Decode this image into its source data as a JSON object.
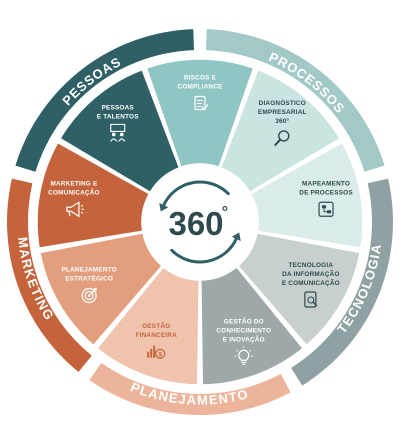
{
  "center": {
    "label": "360",
    "degree": "°"
  },
  "ring_segments": [
    {
      "label": "PESSOAS",
      "color": "#2e6066",
      "start": 287,
      "end": 358,
      "text_side": "top"
    },
    {
      "label": "PROCESSOS",
      "color": "#a3c9c7",
      "start": 2,
      "end": 73,
      "text_side": "top"
    },
    {
      "label": "TECNOLOGIA",
      "color": "#8fa1a2",
      "start": 77,
      "end": 148,
      "text_side": "bottom"
    },
    {
      "label": "PLANEJAMENTO",
      "color": "#ecb59b",
      "start": 152,
      "end": 215,
      "text_side": "bottom"
    },
    {
      "label": "MARKETING",
      "color": "#c5643c",
      "start": 219,
      "end": 283,
      "text_side": "bottom"
    }
  ],
  "wedges": [
    {
      "lines": [
        "RISCOS E",
        "COMPLIANCE"
      ],
      "icon": "document-check-icon",
      "color": "#8fc6c4",
      "text_color": "#ffffff"
    },
    {
      "lines": [
        "DIAGNÓSTICO",
        "EMPRESARIAL",
        "360°"
      ],
      "icon": "magnifier-icon",
      "color": "#c9e4e1",
      "text_color": "#2e4a4e"
    },
    {
      "lines": [
        "MAPEAMENTO",
        "DE PROCESSOS"
      ],
      "icon": "process-map-icon",
      "color": "#d9ecea",
      "text_color": "#2e4a4e"
    },
    {
      "lines": [
        "TECNOLOGIA",
        "DA INFORMAÇÃO",
        "E COMUNICAÇÃO"
      ],
      "icon": "tablet-search-icon",
      "color": "#c7cfcf",
      "text_color": "#2e4a4e"
    },
    {
      "lines": [
        "GESTÃO DO",
        "CONHECIMENTO",
        "E INOVAÇÃO"
      ],
      "icon": "lightbulb-icon",
      "color": "#9ea8a9",
      "text_color": "#ffffff"
    },
    {
      "lines": [
        "GESTÃO",
        "FINANCEIRA"
      ],
      "icon": "money-chart-icon",
      "color": "#f0c3ad",
      "text_color": "#c5643c"
    },
    {
      "lines": [
        "PLANEJAMENTO",
        "ESTRATÉGICO"
      ],
      "icon": "target-icon",
      "color": "#e39e7e",
      "text_color": "#ffffff"
    },
    {
      "lines": [
        "MARKETING E",
        "COMUNICAÇÃO"
      ],
      "icon": "megaphone-icon",
      "color": "#c5643c",
      "text_color": "#ffffff"
    },
    {
      "lines": [
        "PESSOAS",
        "E TALENTOS"
      ],
      "icon": "people-board-icon",
      "color": "#2e6066",
      "text_color": "#ffffff"
    }
  ],
  "center_colors": {
    "text": "#2e4a4e",
    "arrows": "#2e6066"
  }
}
